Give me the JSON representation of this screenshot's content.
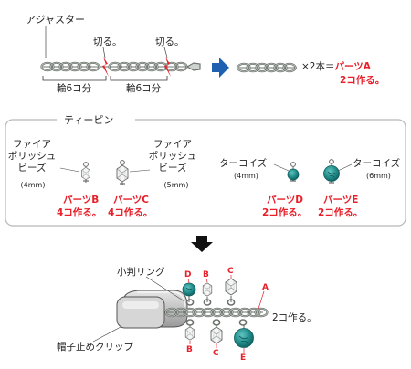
{
  "colors": {
    "red": "#e8202a",
    "teal": "#1e8a88",
    "arrow_blue": "#2060b0",
    "chain": "#6e746e",
    "panel_border": "#b8b8b8"
  },
  "step1": {
    "adjuster_label": "アジャスター",
    "cut_label_1": "切る。",
    "cut_label_2": "切る。",
    "span_label_1": "輪6コ分",
    "span_label_2": "輪6コ分",
    "result_times": "×2本＝",
    "result_part": "パーツA",
    "result_make": "2コ作る。"
  },
  "step2": {
    "title": "ティーピン",
    "bead_b_name": "ファイア\nポリッシュ\nビーズ",
    "bead_b_size": "(4mm)",
    "bead_c_name": "ファイア\nポリッシュ\nビーズ",
    "bead_c_size": "(5mm)",
    "bead_d_name": "ターコイズ",
    "bead_d_size": "(4mm)",
    "bead_e_name": "ターコイズ",
    "bead_e_size": "(6mm)",
    "part_b": "パーツB",
    "make_b": "4コ作る。",
    "part_c": "パーツC",
    "make_c": "4コ作る。",
    "part_d": "パーツD",
    "make_d": "2コ作る。",
    "part_e": "パーツE",
    "make_e": "2コ作る。"
  },
  "step3": {
    "ring_label": "小判リング",
    "clip_label": "帽子止めクリップ",
    "make_label": "2コ作る。",
    "letters_top": [
      "D",
      "B",
      "C"
    ],
    "letter_a": "A",
    "letters_bottom": [
      "B",
      "C",
      "E"
    ]
  }
}
